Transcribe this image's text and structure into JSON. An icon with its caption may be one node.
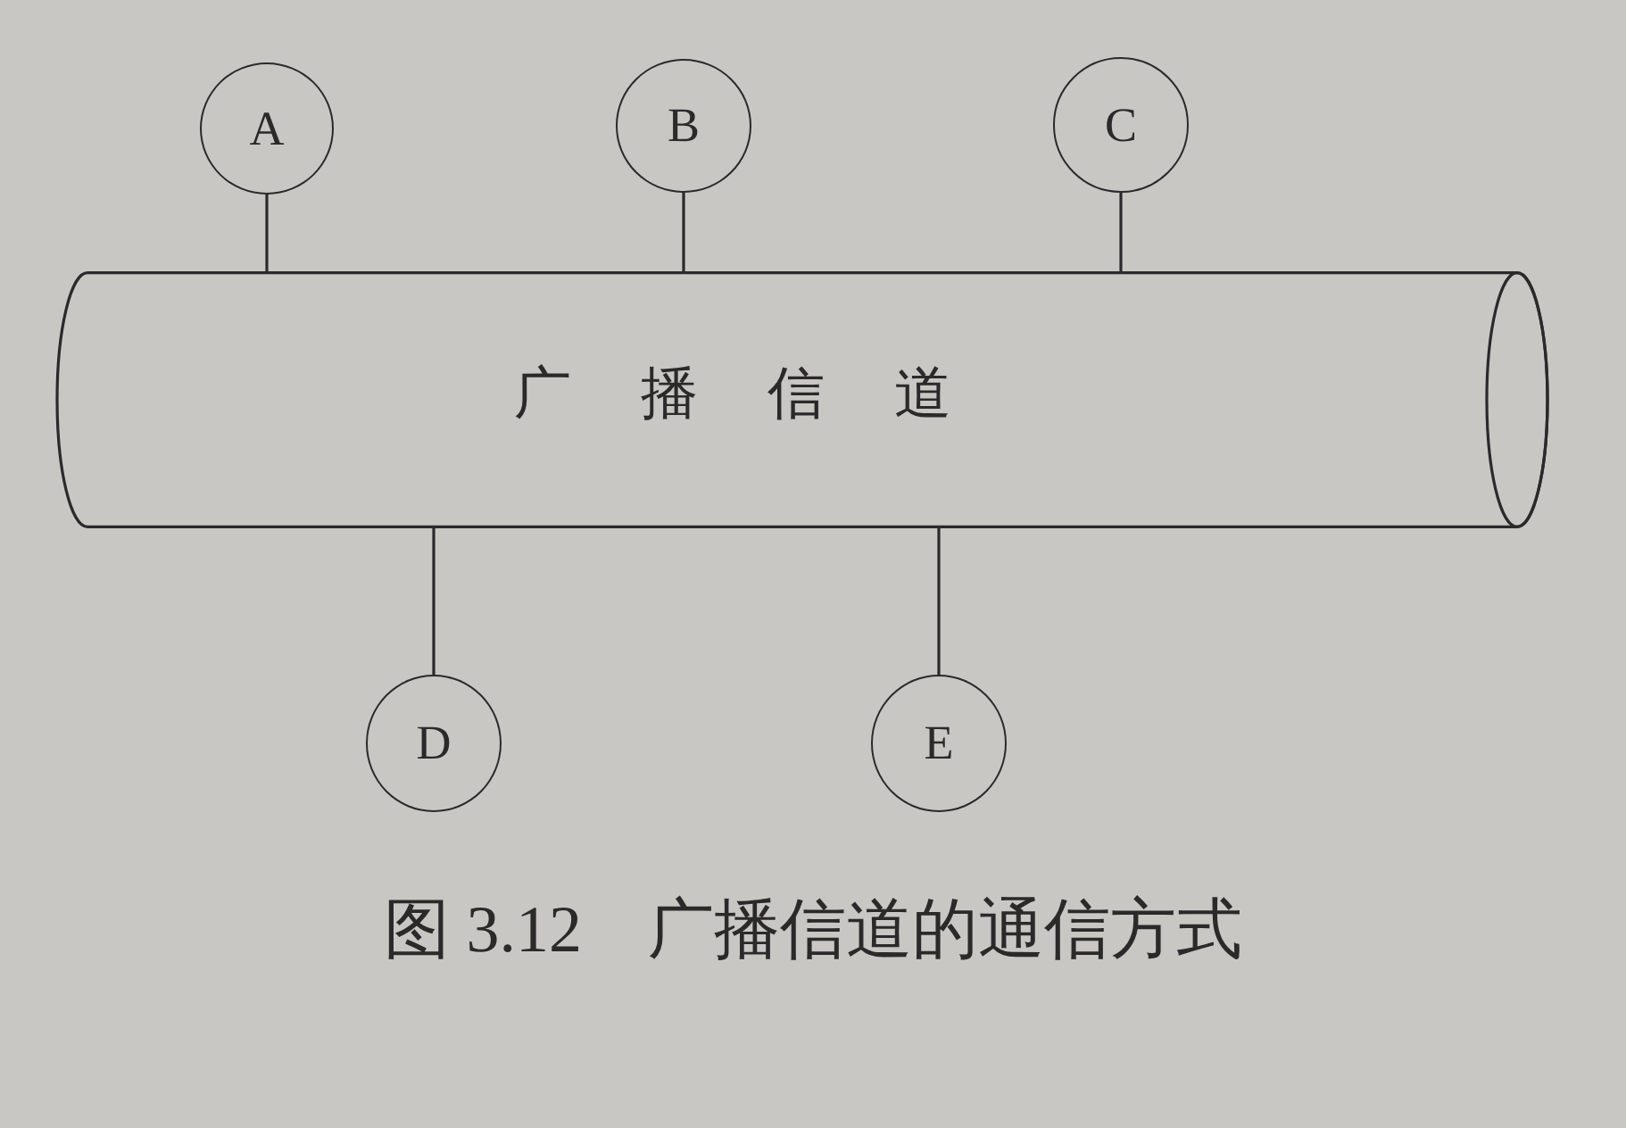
{
  "diagram": {
    "caption": "图 3.12　广播信道的通信方式",
    "nodes": [
      {
        "text": [
          "A"
        ]
      },
      {
        "text": [
          "B"
        ]
      },
      {
        "text": [
          "C"
        ]
      },
      {
        "text": [
          "广播信道"
        ]
      },
      {
        "text": [
          "D"
        ]
      },
      {
        "text": [
          "E"
        ]
      }
    ],
    "edges": [
      {
        "from": 0,
        "to": 3,
        "arrow": "none"
      },
      {
        "from": 1,
        "to": 3,
        "arrow": "none"
      },
      {
        "from": 2,
        "to": 3,
        "arrow": "none"
      },
      {
        "from": 3,
        "to": 4,
        "arrow": "none"
      },
      {
        "from": 3,
        "to": 5,
        "arrow": "none"
      }
    ]
  }
}
